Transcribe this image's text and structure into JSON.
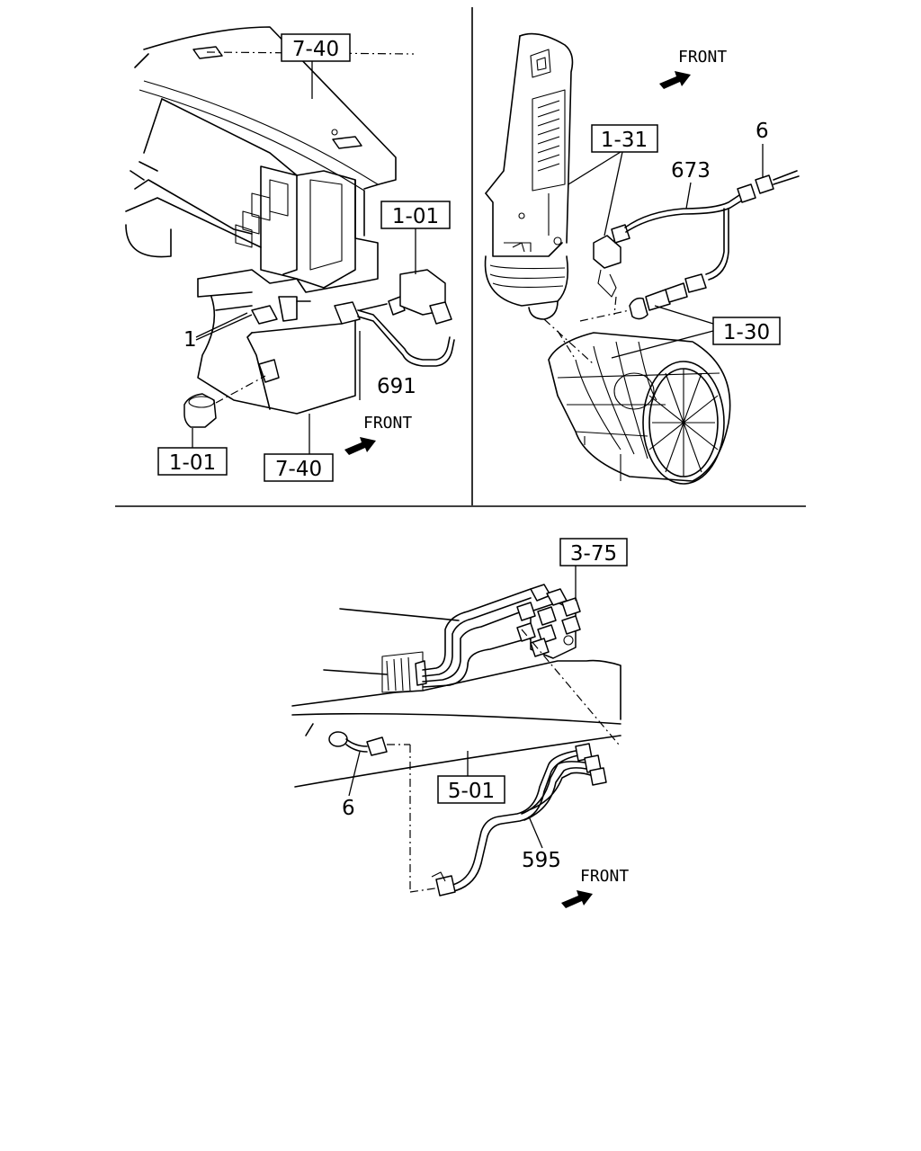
{
  "top_left": {
    "box_7_40_top": "7-40",
    "box_1_01_right": "1-01",
    "num_1": "1",
    "num_691": "691",
    "box_1_01_bottom": "1-01",
    "box_7_40_bottom": "7-40",
    "front": "FRONT"
  },
  "top_right": {
    "front": "FRONT",
    "box_1_31": "1-31",
    "num_6": "6",
    "num_673": "673",
    "box_1_30": "1-30"
  },
  "bottom": {
    "box_3_75": "3-75",
    "num_6": "6",
    "box_5_01": "5-01",
    "num_595": "595",
    "front": "FRONT"
  },
  "icons": [
    "front-arrow-icon"
  ]
}
